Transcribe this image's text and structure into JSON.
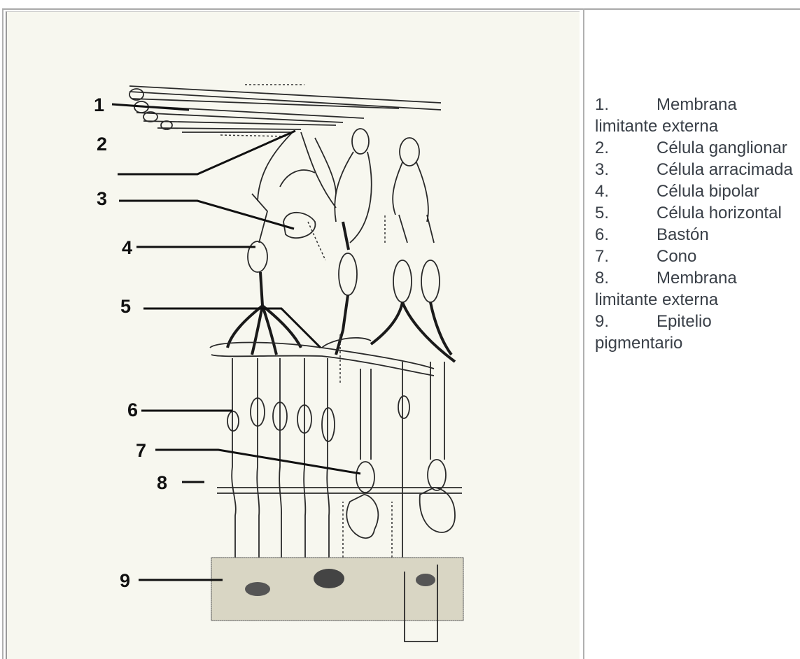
{
  "legend": {
    "items": [
      {
        "num": "1.",
        "text": "Membrana limitante externa"
      },
      {
        "num": "2.",
        "text": "Célula ganglionar"
      },
      {
        "num": "3.",
        "text": "Célula arracimada"
      },
      {
        "num": "4.",
        "text": "Célula bipolar"
      },
      {
        "num": "5.",
        "text": "Célula horizontal"
      },
      {
        "num": "6.",
        "text": "Bastón"
      },
      {
        "num": "7.",
        "text": "Cono"
      },
      {
        "num": "8.",
        "text": "Membrana limitante externa"
      },
      {
        "num": "9.",
        "text": "Epitelio pigmentario"
      }
    ]
  },
  "diagram_labels": [
    "1",
    "2",
    "3",
    "4",
    "5",
    "6",
    "7",
    "8",
    "9"
  ]
}
